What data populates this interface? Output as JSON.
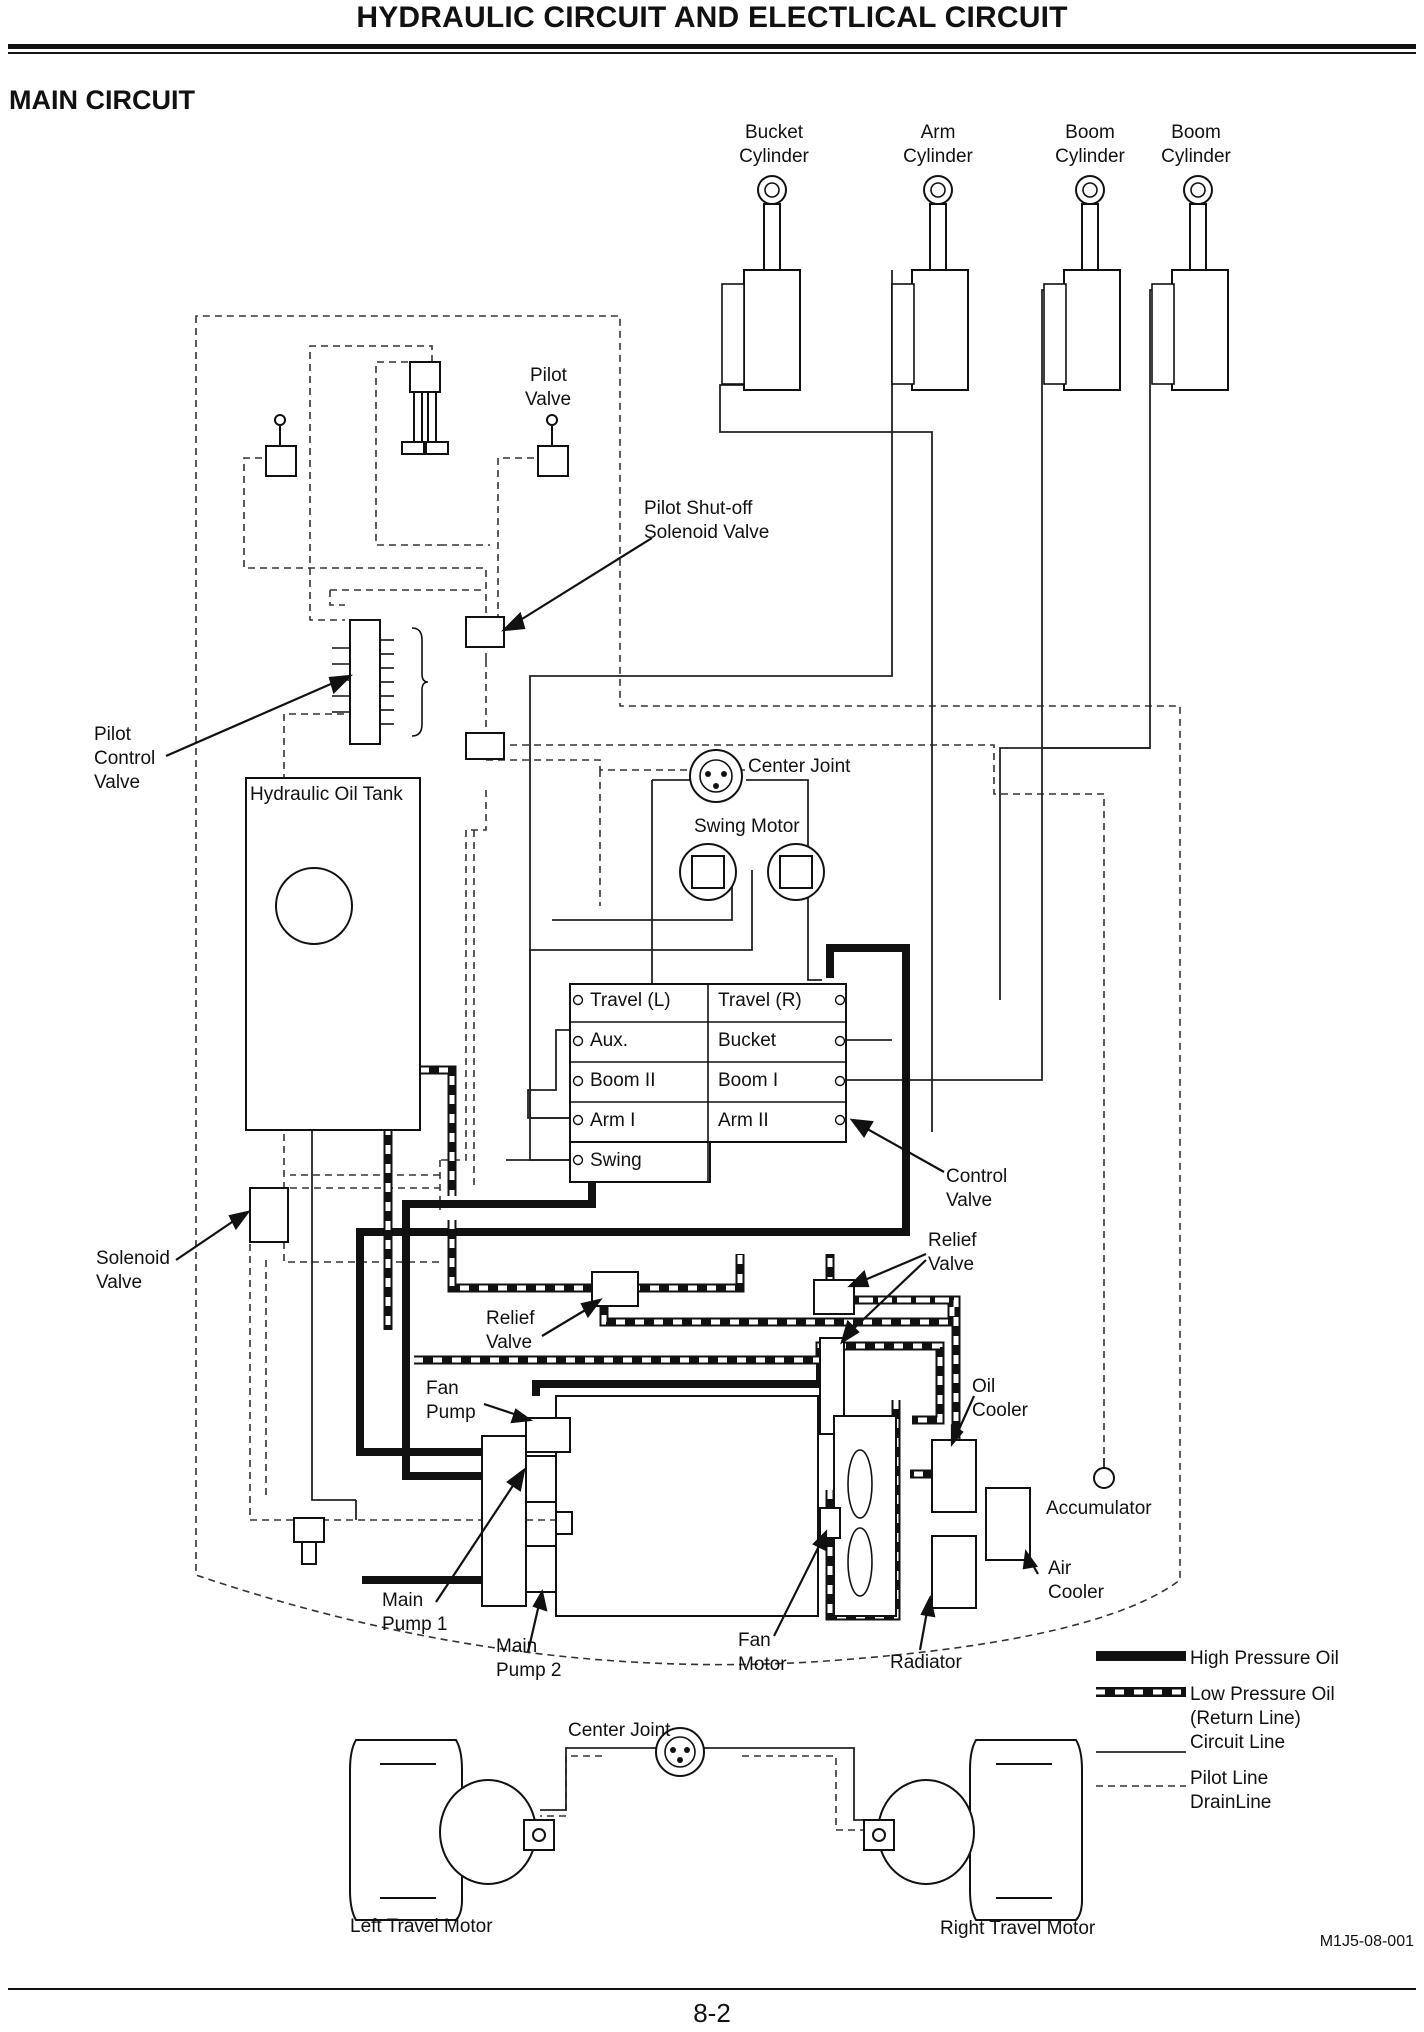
{
  "header": {
    "title": "HYDRAULIC CIRCUIT AND ELECTLICAL CIRCUIT"
  },
  "section": {
    "title": "MAIN CIRCUIT"
  },
  "components": {
    "bucket_cylinder": [
      "Bucket",
      "Cylinder"
    ],
    "arm_cylinder": [
      "Arm",
      "Cylinder"
    ],
    "boom_cylinder_1": [
      "Boom",
      "Cylinder"
    ],
    "boom_cylinder_2": [
      "Boom",
      "Cylinder"
    ],
    "pilot_valve": [
      "Pilot",
      "Valve"
    ],
    "pilot_shutoff": [
      "Pilot Shut-off",
      "Solenoid  Valve"
    ],
    "pilot_control_valve": [
      "Pilot",
      "Control",
      "Valve"
    ],
    "center_joint_top": "Center Joint",
    "hydraulic_oil_tank": "Hydraulic Oil Tank",
    "swing_motor": "Swing Motor",
    "control_valve": [
      "Control",
      "Valve"
    ],
    "solenoid_valve": [
      "Solenoid",
      "Valve"
    ],
    "relief_valve_right": [
      "Relief",
      "Valve"
    ],
    "relief_valve_left": [
      "Relief",
      "Valve"
    ],
    "fan_pump": [
      "Fan",
      "Pump"
    ],
    "oil_cooler": [
      "Oil",
      "Cooler"
    ],
    "accumulator": "Accumulator",
    "air_cooler": [
      "Air",
      "Cooler"
    ],
    "main_pump_1": [
      "Main",
      "Pump 1"
    ],
    "main_pump_2": [
      "Main",
      "Pump 2"
    ],
    "fan_motor": [
      "Fan",
      "Motor"
    ],
    "radiator": "Radiator",
    "center_joint_bottom": "Center Joint",
    "left_travel_motor": "Left Travel Motor",
    "right_travel_motor": "Right Travel Motor"
  },
  "control_valve_spools": {
    "left": [
      "Travel (L)",
      "Aux.",
      "Boom II",
      "Arm I",
      "Swing"
    ],
    "right": [
      "Travel (R)",
      "Bucket",
      "Boom I",
      "Arm II"
    ]
  },
  "legend": {
    "high_pressure": "High Pressure Oil",
    "low_pressure": [
      "Low Pressure Oil",
      "(Return Line)"
    ],
    "circuit": "Circuit Line",
    "pilot": "Pilot Line",
    "drain": "DrainLine"
  },
  "figure_code": "M1J5-08-001",
  "page_number": "8-2"
}
